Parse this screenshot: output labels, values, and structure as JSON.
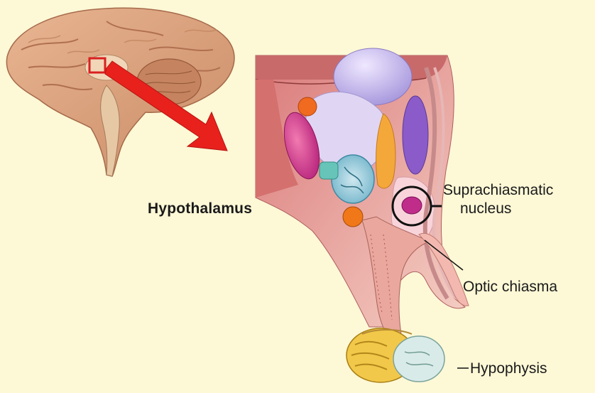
{
  "labels": {
    "region": "Hypothalamus",
    "scn_line1": "Suprachiasmatic",
    "scn_line2": "nucleus",
    "optic": "Optic chiasma",
    "hypophysis": "Hypophysis"
  },
  "colors": {
    "background": "#fdf8d6",
    "arrow": "#e8211c",
    "highlight_box": "#d82020",
    "circle": "#111111"
  },
  "icons": {
    "brain": "brain-sagittal-illustration",
    "arrow": "zoom-arrow-icon",
    "circle": "highlight-circle-icon"
  }
}
